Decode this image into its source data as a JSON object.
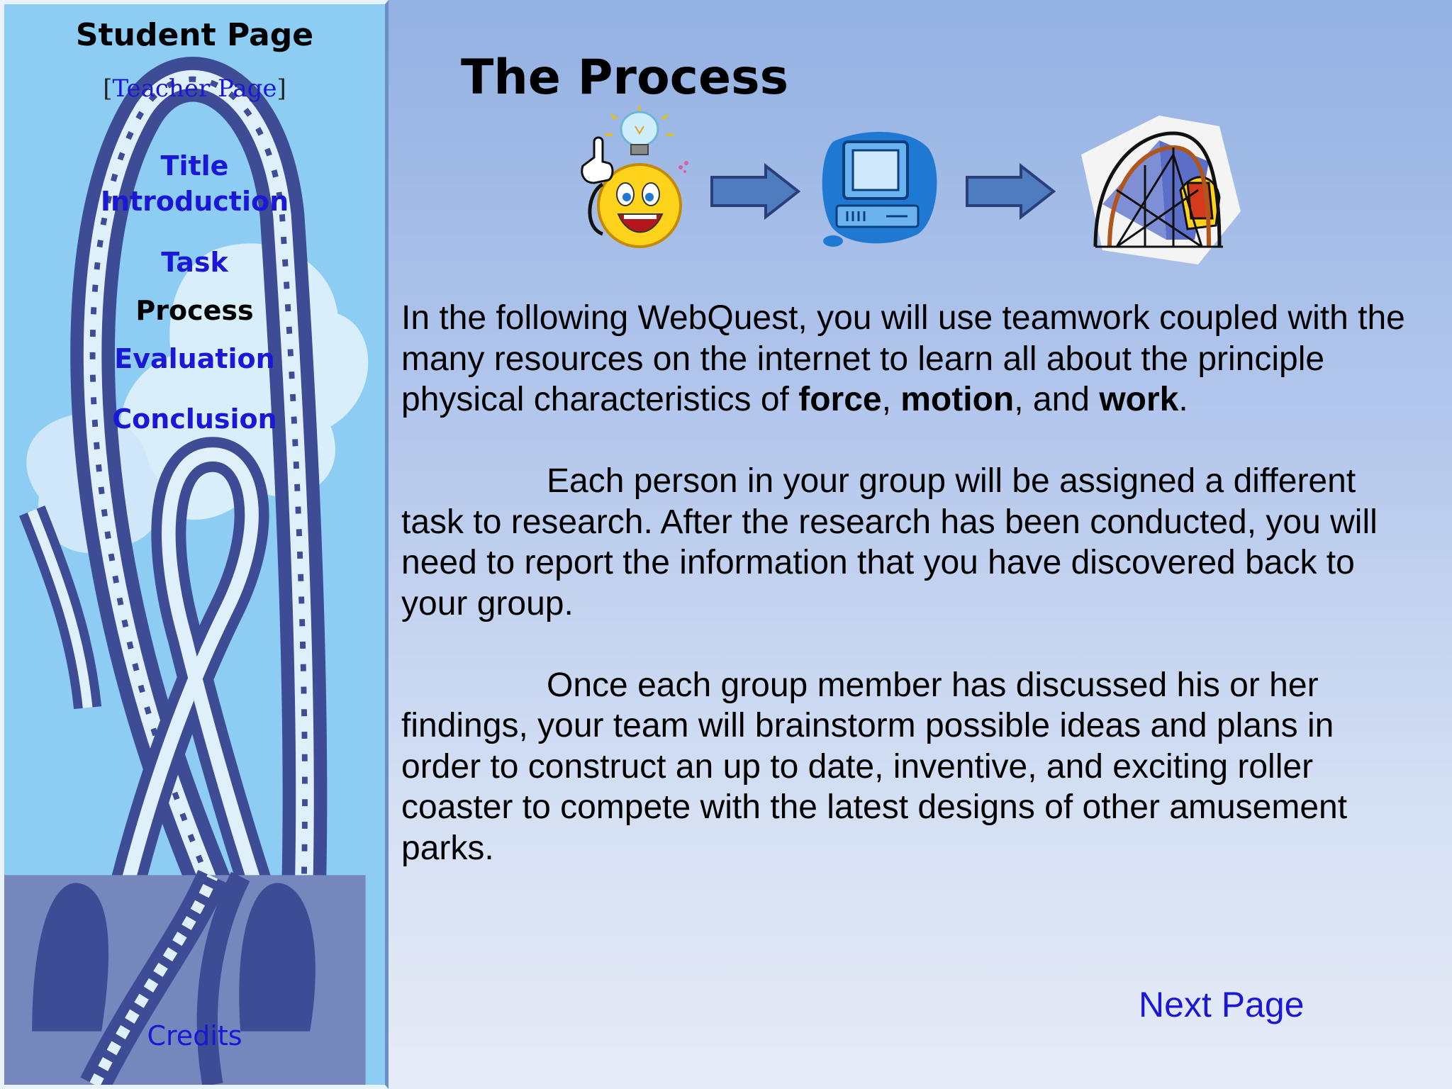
{
  "sidebar": {
    "heading": "Student Page",
    "teacher_open": "[",
    "teacher_link": "Teacher Page",
    "teacher_close": "]",
    "nav": {
      "title": "Title",
      "introduction": "Introduction",
      "task": "Task",
      "process": "Process",
      "evaluation": "Evaluation",
      "conclusion": "Conclusion"
    },
    "credits": "Credits"
  },
  "main": {
    "title": "The Process",
    "diagram_icons": [
      "lightbulb-smiley-icon",
      "arrow-right-icon",
      "computer-icon",
      "arrow-right-icon",
      "roller-coaster-icon"
    ],
    "p1": {
      "before": "In the following WebQuest, you will use teamwork coupled with the many resources on the internet to learn all about the principle physical characteristics of ",
      "force": "force",
      "sep1": ", ",
      "motion": "motion",
      "sep2": ", and ",
      "work": "work",
      "end": "."
    },
    "p2": "Each person in your group will be assigned a different task to research. After the research has been conducted, you will need to report the information that you have discovered back to your group.",
    "p3": "Once each group member has discussed his or her findings, your team will brainstorm possible ideas and plans in order to construct an up to date, inventive, and exciting roller coaster to compete with the latest designs of other amusement parks.",
    "next_page": "Next Page"
  },
  "colors": {
    "link": "#1b17d6",
    "sidebar_bg": "#8ecdf3",
    "coaster_dark": "#3d4c94",
    "coaster_light": "#dff0fb",
    "arrow": "#4f7bbf"
  }
}
